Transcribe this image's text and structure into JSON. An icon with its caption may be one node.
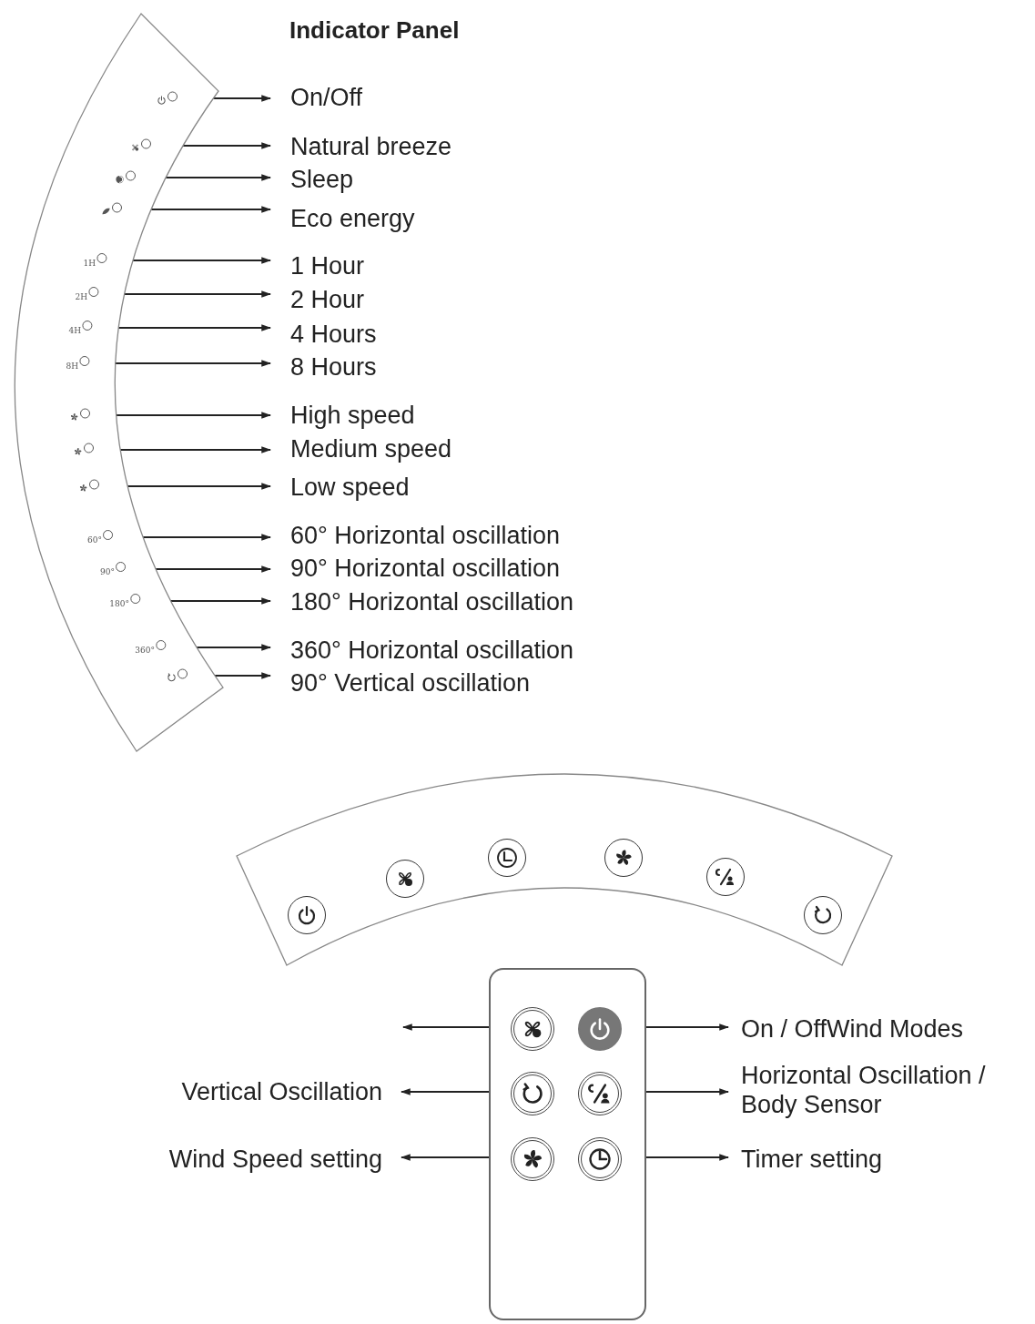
{
  "diagram": {
    "title": "Indicator Panel",
    "nodes": [
      {
        "text": [],
        "shape": "box"
      },
      {
        "text": [],
        "shape": "circle",
        "in": 0
      },
      {
        "text": [],
        "shape": "circle",
        "in": 0
      },
      {
        "text": [],
        "shape": "circle",
        "in": 0
      },
      {
        "text": [],
        "shape": "circle",
        "in": 0
      },
      {
        "text": [
          "1H"
        ],
        "in": 0
      },
      {
        "text": [
          "2H"
        ],
        "in": 0
      },
      {
        "text": [
          "4H"
        ],
        "in": 0
      },
      {
        "text": [
          "8H"
        ],
        "in": 0
      },
      {
        "text": [],
        "shape": "circle",
        "in": 0
      },
      {
        "text": [],
        "shape": "circle",
        "in": 0
      },
      {
        "text": [],
        "shape": "circle",
        "in": 0
      },
      {
        "text": [
          "60°"
        ],
        "in": 0
      },
      {
        "text": [
          "90°"
        ],
        "in": 0
      },
      {
        "text": [
          "180°"
        ],
        "in": 0
      },
      {
        "text": [
          "360°"
        ],
        "in": 0
      },
      {
        "text": [],
        "shape": "circle",
        "in": 0
      },
      {
        "text": [
          "On/Off"
        ]
      },
      {
        "text": [
          "Natural breeze"
        ]
      },
      {
        "text": [
          "Sleep"
        ]
      },
      {
        "text": [
          "Eco energy"
        ]
      },
      {
        "text": [
          "1 Hour"
        ]
      },
      {
        "text": [
          "2 Hour"
        ]
      },
      {
        "text": [
          "4 Hours"
        ]
      },
      {
        "text": [
          "8 Hours"
        ]
      },
      {
        "text": [
          "High speed"
        ]
      },
      {
        "text": [
          "Medium speed"
        ]
      },
      {
        "text": [
          "Low speed"
        ]
      },
      {
        "text": [
          "60° Horizontal oscillation"
        ]
      },
      {
        "text": [
          "90° Horizontal oscillation"
        ]
      },
      {
        "text": [
          "180° Horizontal oscillation"
        ]
      },
      {
        "text": [
          "360° Horizontal oscillation"
        ]
      },
      {
        "text": [
          "90° Vertical oscillation"
        ]
      },
      {
        "text": [],
        "shape": "box"
      },
      {
        "text": [],
        "shape": "circle",
        "in": 33
      },
      {
        "text": [],
        "shape": "circle",
        "in": 33
      },
      {
        "text": [],
        "shape": "circle",
        "in": 33
      },
      {
        "text": [],
        "shape": "circle",
        "in": 33
      },
      {
        "text": [],
        "shape": "circle",
        "in": 33
      },
      {
        "text": [],
        "shape": "circle",
        "in": 33
      },
      {
        "text": [],
        "shape": "box"
      },
      {
        "text": [],
        "shape": "circle",
        "in": 40
      },
      {
        "text": [],
        "shape": "circle",
        "in": 40
      },
      {
        "text": [],
        "shape": "circle",
        "in": 40
      },
      {
        "text": [],
        "shape": "circle",
        "in": 40
      },
      {
        "text": [],
        "shape": "circle",
        "in": 40
      },
      {
        "text": [],
        "shape": "circle",
        "in": 40
      },
      {
        "text": [
          "On / OffWind Modes"
        ]
      },
      {
        "text": [
          "Vertical Oscillation"
        ]
      },
      {
        "text": [
          "Horizontal Oscillation / Body Sensor"
        ]
      },
      {
        "text": [
          "Wind Speed setting"
        ]
      },
      {
        "text": [
          "Timer setting"
        ]
      }
    ],
    "edges": [
      {
        "from": 1,
        "to": 17,
        "arrow": "to"
      },
      {
        "from": 2,
        "to": 18,
        "arrow": "to"
      },
      {
        "from": 3,
        "to": 19,
        "arrow": "to"
      },
      {
        "from": 4,
        "to": 20,
        "arrow": "to"
      },
      {
        "from": 5,
        "to": 21,
        "arrow": "to"
      },
      {
        "from": 6,
        "to": 22,
        "arrow": "to"
      },
      {
        "from": 7,
        "to": 23,
        "arrow": "to"
      },
      {
        "from": 8,
        "to": 24,
        "arrow": "to"
      },
      {
        "from": 9,
        "to": 25,
        "arrow": "to"
      },
      {
        "from": 10,
        "to": 26,
        "arrow": "to"
      },
      {
        "from": 11,
        "to": 27,
        "arrow": "to"
      },
      {
        "from": 12,
        "to": 28,
        "arrow": "to"
      },
      {
        "from": 13,
        "to": 29,
        "arrow": "to"
      },
      {
        "from": 14,
        "to": 30,
        "arrow": "to"
      },
      {
        "from": 15,
        "to": 31,
        "arrow": "to"
      },
      {
        "from": 16,
        "to": 32,
        "arrow": "to"
      },
      {
        "from": 41,
        "to": null,
        "arrow": "to"
      },
      {
        "from": 42,
        "to": 47,
        "arrow": "to"
      },
      {
        "from": 43,
        "to": 48,
        "arrow": "to"
      },
      {
        "from": 44,
        "to": 49,
        "arrow": "to"
      },
      {
        "from": 45,
        "to": 50,
        "arrow": "to"
      },
      {
        "from": 46,
        "to": 51,
        "arrow": "to"
      }
    ]
  }
}
